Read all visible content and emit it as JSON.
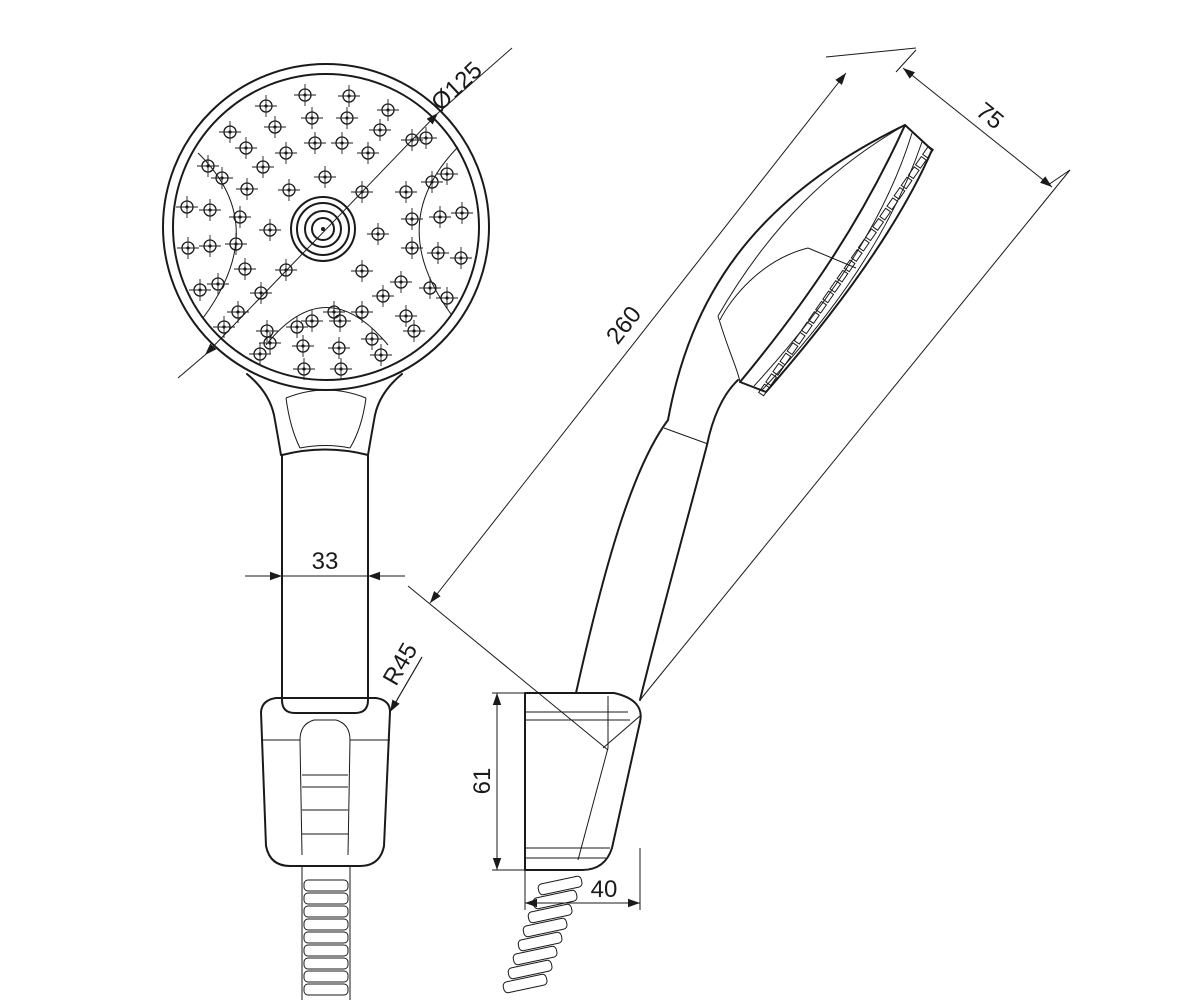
{
  "dimensions": {
    "head_diameter": "Ø125",
    "handle_width": "33",
    "holder_radius": "R45",
    "overall_length": "260",
    "head_depth": "75",
    "holder_height": "61",
    "holder_depth": "40"
  }
}
